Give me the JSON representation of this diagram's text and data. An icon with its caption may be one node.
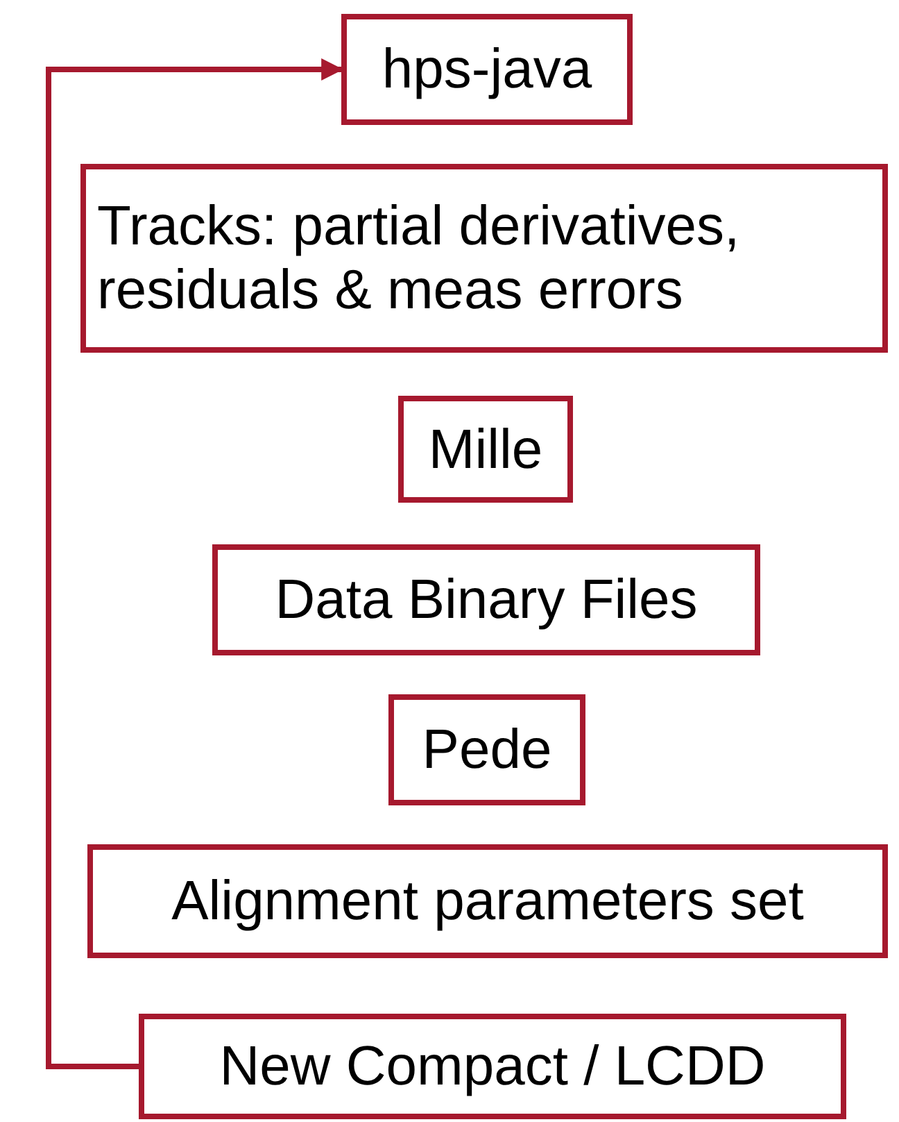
{
  "diagram": {
    "nodes": [
      {
        "text": [
          "hps-java"
        ]
      },
      {
        "text": [
          "Tracks: partial derivatives, residuals & meas errors"
        ]
      },
      {
        "text": [
          "Mille"
        ]
      },
      {
        "text": [
          "Data Binary Files"
        ]
      },
      {
        "text": [
          "Pede"
        ]
      },
      {
        "text": [
          "Alignment parameters set"
        ]
      },
      {
        "text": [
          "New Compact / LCDD"
        ]
      }
    ],
    "edges": [
      {
        "from": 6,
        "to": 0,
        "arrow": "to"
      }
    ]
  }
}
